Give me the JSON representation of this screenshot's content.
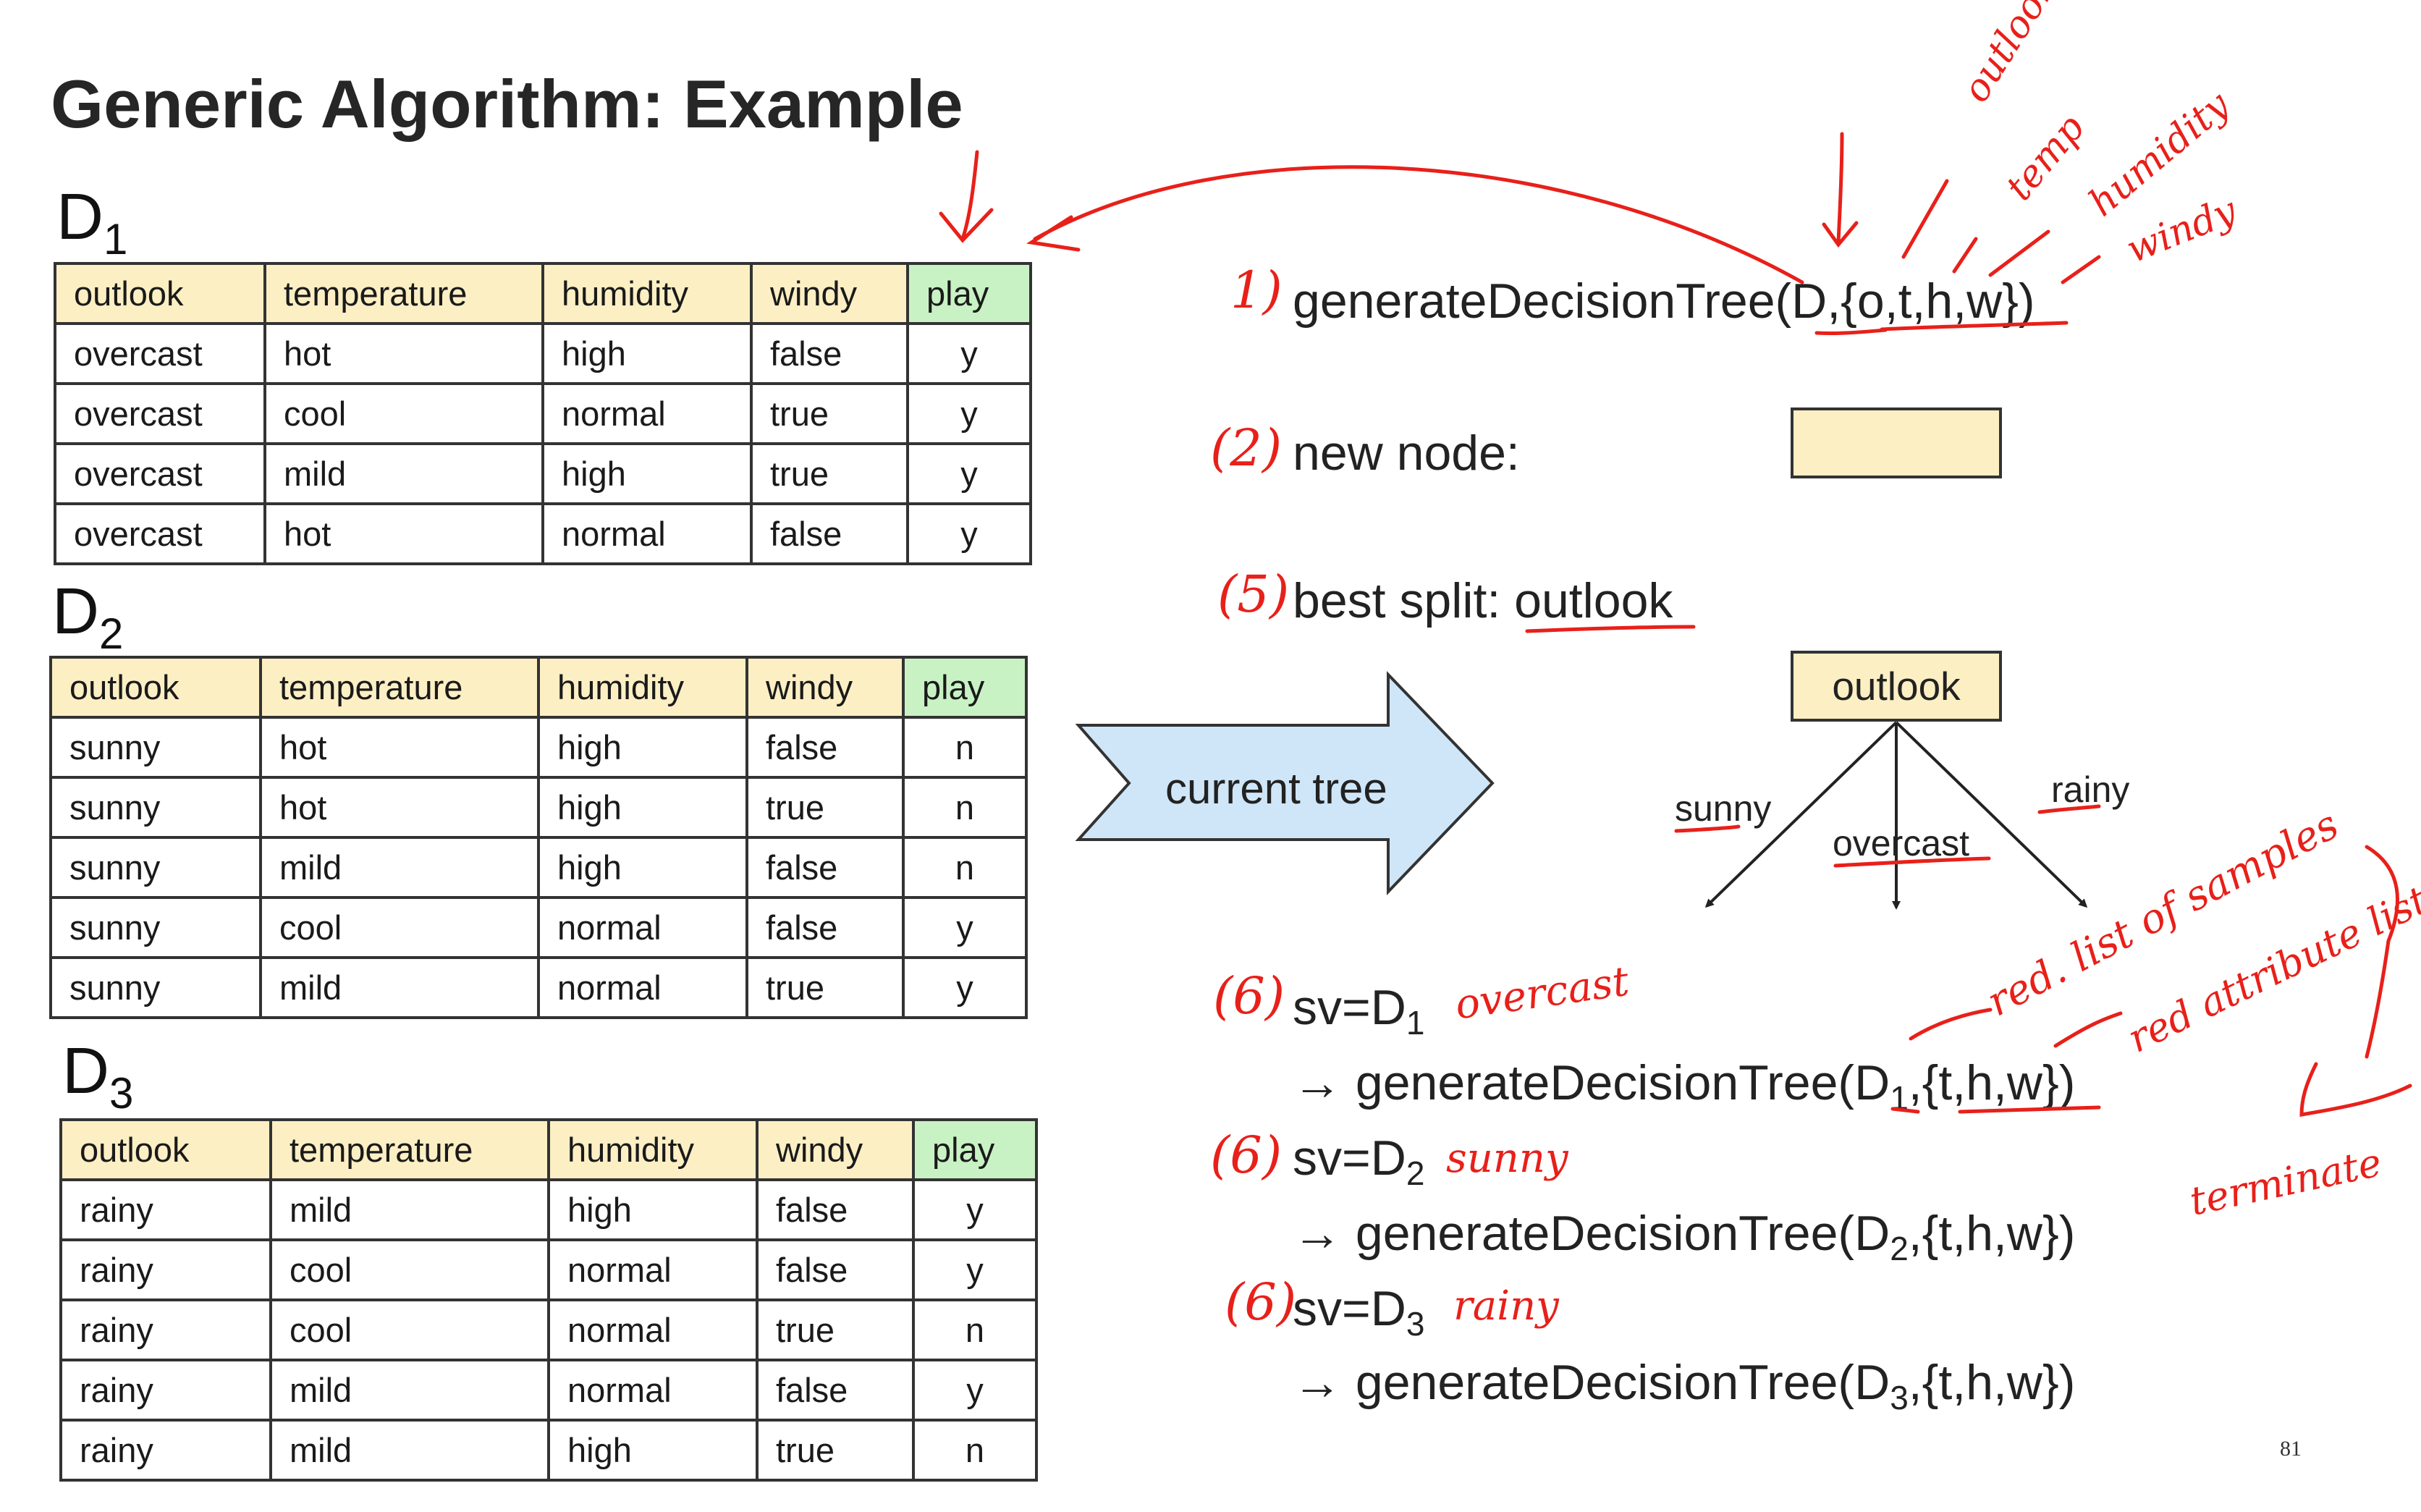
{
  "title": "Generic Algorithm: Example",
  "page_number": "81",
  "table_headers": [
    "outlook",
    "temperature",
    "humidity",
    "windy",
    "play"
  ],
  "datasets": [
    {
      "label": "D",
      "sub": "1",
      "rows": [
        [
          "overcast",
          "hot",
          "high",
          "false",
          "y"
        ],
        [
          "overcast",
          "cool",
          "normal",
          "true",
          "y"
        ],
        [
          "overcast",
          "mild",
          "high",
          "true",
          "y"
        ],
        [
          "overcast",
          "hot",
          "normal",
          "false",
          "y"
        ]
      ]
    },
    {
      "label": "D",
      "sub": "2",
      "rows": [
        [
          "sunny",
          "hot",
          "high",
          "false",
          "n"
        ],
        [
          "sunny",
          "hot",
          "high",
          "true",
          "n"
        ],
        [
          "sunny",
          "mild",
          "high",
          "false",
          "n"
        ],
        [
          "sunny",
          "cool",
          "normal",
          "false",
          "y"
        ],
        [
          "sunny",
          "mild",
          "normal",
          "true",
          "y"
        ]
      ]
    },
    {
      "label": "D",
      "sub": "3",
      "rows": [
        [
          "rainy",
          "mild",
          "high",
          "false",
          "y"
        ],
        [
          "rainy",
          "cool",
          "normal",
          "false",
          "y"
        ],
        [
          "rainy",
          "cool",
          "normal",
          "true",
          "n"
        ],
        [
          "rainy",
          "mild",
          "normal",
          "false",
          "y"
        ],
        [
          "rainy",
          "mild",
          "high",
          "true",
          "n"
        ]
      ]
    }
  ],
  "current_tree_label": "current tree",
  "steps": {
    "call": "generateDecisionTree(D,{o,t,h,w})",
    "new_node": "new node:",
    "best_split_prefix": "best split: ",
    "best_split_value": "outlook"
  },
  "tree": {
    "root": "outlook",
    "branches": [
      "sunny",
      "overcast",
      "rainy"
    ]
  },
  "recursive_calls": [
    {
      "sv": "sv=D",
      "sub": "1",
      "arrow": "→",
      "fn": "generateDecisionTree(D",
      "args": ",{t,h,w})"
    },
    {
      "sv": "sv=D",
      "sub": "2",
      "arrow": "→",
      "fn": "generateDecisionTree(D",
      "args": ",{t,h,w})"
    },
    {
      "sv": "sv=D",
      "sub": "3",
      "arrow": "→",
      "fn": "generateDecisionTree(D",
      "args": ",{t,h,w})"
    }
  ],
  "annotations": {
    "step_markers": [
      "1)",
      "(2)",
      "(5)",
      "(6)",
      "(6)",
      "(6)"
    ],
    "attribute_notes": [
      "outlook",
      "temp",
      "humidity",
      "windy"
    ],
    "branch_notes": [
      "overcast",
      "sunny",
      "rainy"
    ],
    "side_notes": [
      "red. list of samples",
      "red attribute list",
      "terminate"
    ]
  }
}
